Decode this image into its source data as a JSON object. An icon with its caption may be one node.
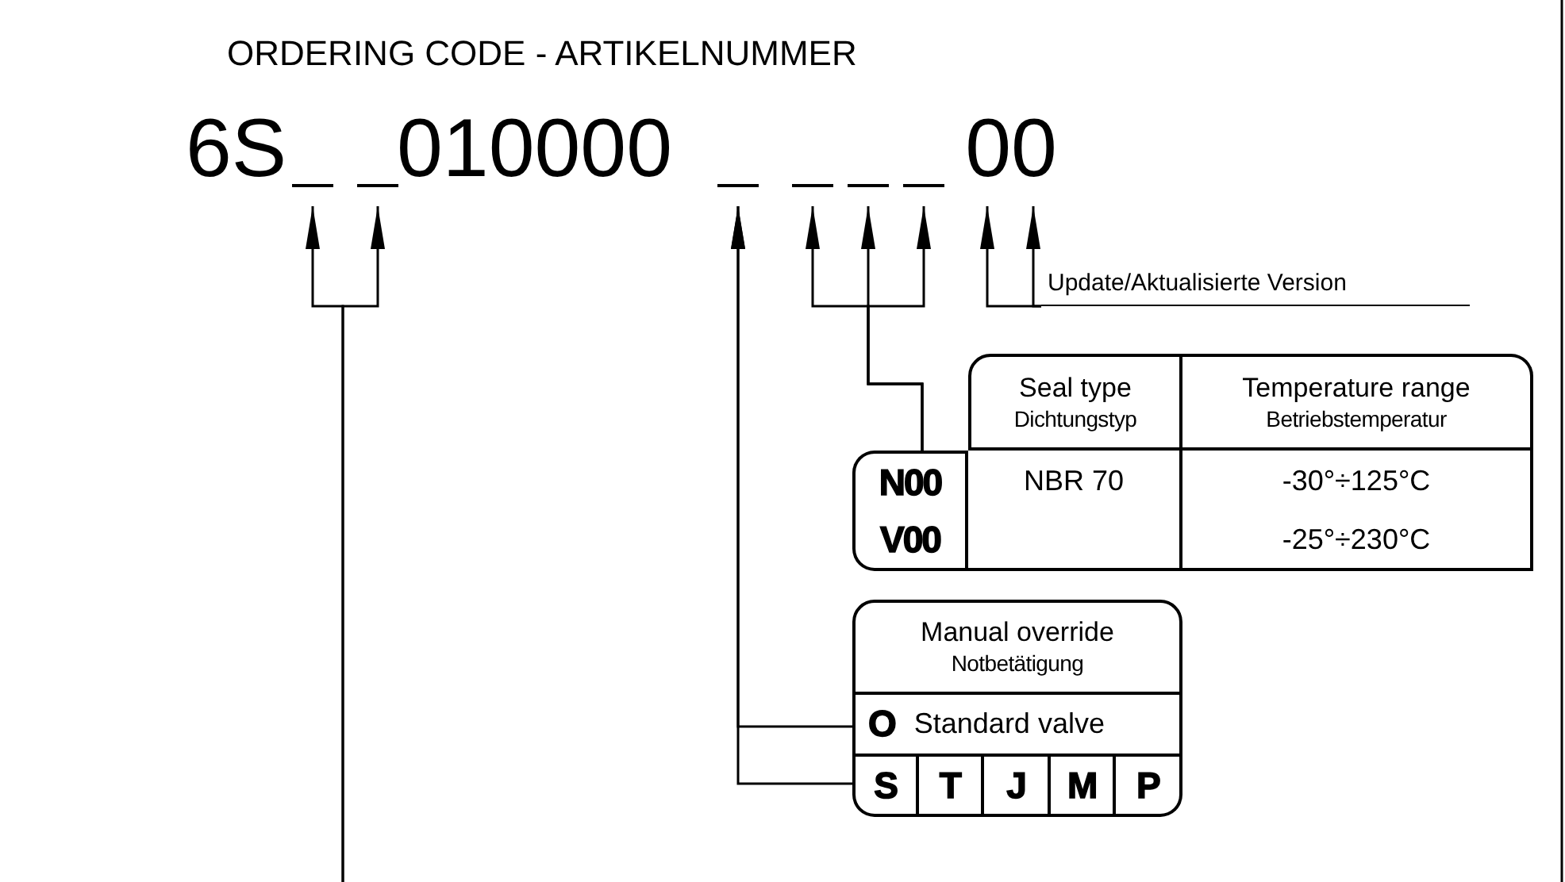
{
  "diagram": {
    "title": "ORDERING CODE - ARTIKELNUMMER",
    "nodes": [
      {
        "text": [],
        "shape": "bar"
      },
      {
        "text": [],
        "shape": "bar"
      },
      {
        "text": [],
        "shape": "bar"
      },
      {
        "text": [],
        "shape": "bar"
      },
      {
        "text": [],
        "shape": "bar"
      },
      {
        "text": [],
        "shape": "bar"
      },
      {
        "text": [
          "00"
        ]
      },
      {
        "text": [
          "Update/Aktualisierte Version"
        ]
      },
      {
        "text": [
          "Seal type",
          "Dichtungstyp",
          "Temperature range",
          "Betriebstemperatur"
        ]
      },
      {
        "text": [
          "Manual override",
          "Notbetätigung",
          "O",
          "Standard valve",
          "S",
          "T",
          "J",
          "M",
          "P"
        ]
      }
    ],
    "edges": [
      {
        "from": null,
        "to": 0,
        "arrow": "to"
      },
      {
        "from": null,
        "to": 1,
        "arrow": "to"
      },
      {
        "from": 9,
        "to": 2,
        "arrow": "to"
      },
      {
        "from": 9,
        "to": 2,
        "arrow": "to"
      },
      {
        "from": 8,
        "to": 3,
        "arrow": "to"
      },
      {
        "from": 8,
        "to": 4,
        "arrow": "to"
      },
      {
        "from": 8,
        "to": 5,
        "arrow": "to"
      },
      {
        "from": 7,
        "to": 6,
        "arrow": "to"
      },
      {
        "from": 7,
        "to": 6,
        "arrow": "to"
      }
    ],
    "labels": [
      "6S",
      "010000",
      "N00",
      "NBR 70",
      "-30°÷125°C",
      "V00",
      "-25°÷230°C"
    ]
  }
}
